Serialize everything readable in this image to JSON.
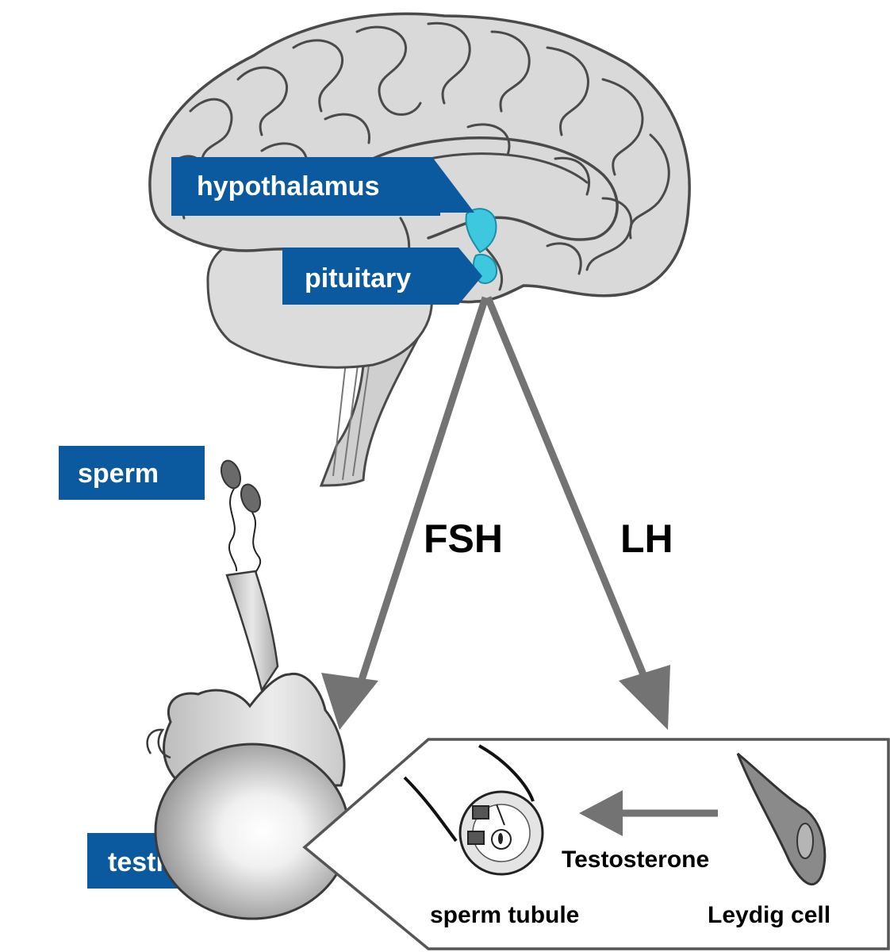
{
  "labels": {
    "hypothalamus": "hypothalamus",
    "pituitary": "pituitary",
    "sperm": "sperm",
    "testis": "testis"
  },
  "hormones": {
    "fsh": "FSH",
    "lh": "LH",
    "testosterone": "Testosterone"
  },
  "inset": {
    "sperm_tubule": "sperm tubule",
    "leydig_cell": "Leydig cell"
  },
  "colors": {
    "label_bg": "#0b5aa0",
    "label_text": "#ffffff",
    "gland_highlight": "#3ec8e0",
    "arrow": "#737373",
    "brain_fill": "#d9d9d9",
    "outline": "#4a4a4a"
  }
}
